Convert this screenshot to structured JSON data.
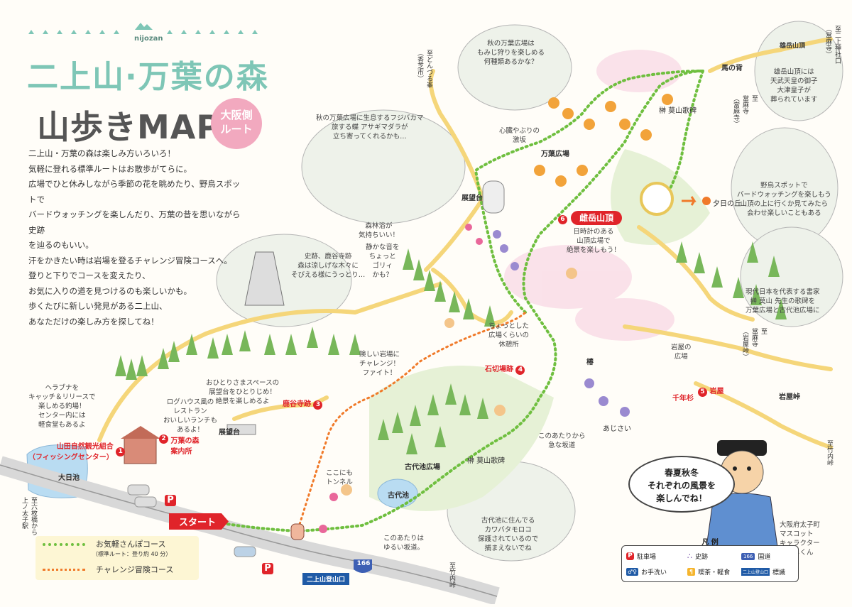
{
  "brand": "nijozan",
  "title": "二上山·万葉の森",
  "subtitle": "山歩きMAP",
  "badge": "大阪側\nルート",
  "intro": [
    "二上山・万葉の森は楽しみ方いろいろ！",
    "気軽に登れる標準ルートはお散歩がてらに。",
    "広場でひと休みしながら季節の花を眺めたり、野鳥スポットで",
    "バードウォッチングを楽しんだり、万葉の昔を思いながら史跡",
    "を辿るのもいい。",
    "汗をかきたい時は岩場を登るチャレンジ冒険コースへ。",
    "登りと下りでコースを変えたり、",
    "お気に入りの道を見つけるのも楽しいかも。",
    "歩くたびに新しい発見がある二上山、",
    "あなただけの楽しみ方を探してね！"
  ],
  "spots": {
    "s1": {
      "num": "1",
      "name": "山田自然観光組合\n（フィッシングセンター）"
    },
    "s2": {
      "num": "2",
      "name": "万葉の森\n案内所"
    },
    "s3": {
      "num": "3",
      "name": "鹿谷寺跡"
    },
    "s4": {
      "num": "4",
      "name": "石切場跡"
    },
    "s5": {
      "num": "5",
      "name": "岩屋"
    },
    "s6": {
      "num": "6",
      "name": "雌岳山頂"
    }
  },
  "places": {
    "daibike": "大日池",
    "kodaiike": "古代池",
    "kodaiike_hiroba": "古代池広場",
    "tenboudai_left": "展望台",
    "tenboudai_top": "展望台",
    "manyou_hiroba": "万葉広場",
    "uma_no_se": "馬の背",
    "odake": "雄岳山頂",
    "sakaki_manyou": "榊 莫山歌碑",
    "sakaki_manyou2": "榊 莫山歌碑",
    "iwayatouge": "岩屋峠",
    "sennensugi": "千年杉",
    "tsubaki": "椿",
    "ajisai": "あじさい",
    "start": "スタート",
    "tozanguchi": "二上山登山口",
    "route166": "166",
    "sun": "夕日の丘"
  },
  "directions": {
    "to_nijo": "至二上神社口\n（當麻寺）",
    "to_taimadera1": "至\n當麻寺\n（岩屋峠）",
    "to_taimadera2": "至\n當麻寺\n（當麻寺）",
    "to_takenouchi": "至竹内峠",
    "to_takenouchi2": "至竹内峠",
    "to_kaminotaishi": "至六枚橋から\n上ノ太子駅",
    "to_donzuru": "至どんづる峯\n（香芝市）"
  },
  "notes": {
    "herabuna": "ヘラブナを\nキャッチ＆リリースで\n楽しめる釣場！\nセンター内には\n軽食堂もあるよ",
    "log": "ログハウス風の\nレストラン\nおいしいランチも\nあるよ！",
    "hitoyasumi": "おひとりさまスペースの\n展望台をひとりじめ！\n絶景を楽しめるよ",
    "iwaba": "険しい岩場に\nチャレンジ！\nファイト！",
    "kokoni": "ここにもトンネル",
    "shinrin": "森林浴が\n気持ちいい！",
    "shizuka": "静かな音を\nちょっと\nゴリィ\nかも？",
    "shiseki": "史跡、鹿谷寺跡\n森は涼しげな木々に\nそびえる様にうっとり…",
    "aki": "秋の万葉広場は\nもみじ狩りを楽しめる\n何種類あるかな？",
    "aki2": "秋の万葉広場に生息するフジバカマ\n旅する蝶 アサギマダラが\n立ち寄ってくれるかも…",
    "shinzou": "心臓やぶりの\n激坂",
    "toukei": "日時計のある\n山頂広場で\n絶景を楽しもう！",
    "yachou": "野鳥スポットで\nバードウォッチングを楽しもう\n山頂の上に行くか見てみたら\n会わせ楽しいこともある",
    "odakeNote": "雄岳山頂には\n天武天皇の御子\n大津皇子が\n葬られています",
    "gendai": "現代日本を代表する書家\n榊 莫山 先生の歌碑を\n万葉広場と古代池広場に",
    "yurui": "このあたりは\nゆるい坂道。",
    "kyuu": "このあたりから\n急な坂道",
    "kodai": "古代池に住んでる\nカワバタモロコ\n保護されているので\n捕まえないでね",
    "hiroi": "ちょっとした\n広場くらいの\n休憩所",
    "kaigan": "岩屋の\n広場"
  },
  "mascot": {
    "speech": "春夏秋冬\nそれぞれの風景を\n楽しんでね！",
    "caption": "大阪府太子町\nマスコット\nキャラクター\nたいしくん"
  },
  "legend": {
    "title": "凡 例",
    "parking": "駐車場",
    "shiseki": "史跡",
    "route": "国道",
    "toilet": "お手洗い",
    "cafe": "喫茶・軽食",
    "sign": "標識",
    "sign_label": "二上山登山口",
    "route_num": "166"
  },
  "courses": {
    "easy": "お気軽さんぽコース",
    "easy_sub": "（標準ルート：登り約 40 分）",
    "challenge": "チャレンジ冒険コース"
  },
  "colors": {
    "title": "#7ec6b6",
    "easy_route": "#6fbf3f",
    "challenge_route": "#f07a2a",
    "road": "#f5d67a",
    "red": "#e0242a",
    "pink": "#f2a9bf"
  }
}
